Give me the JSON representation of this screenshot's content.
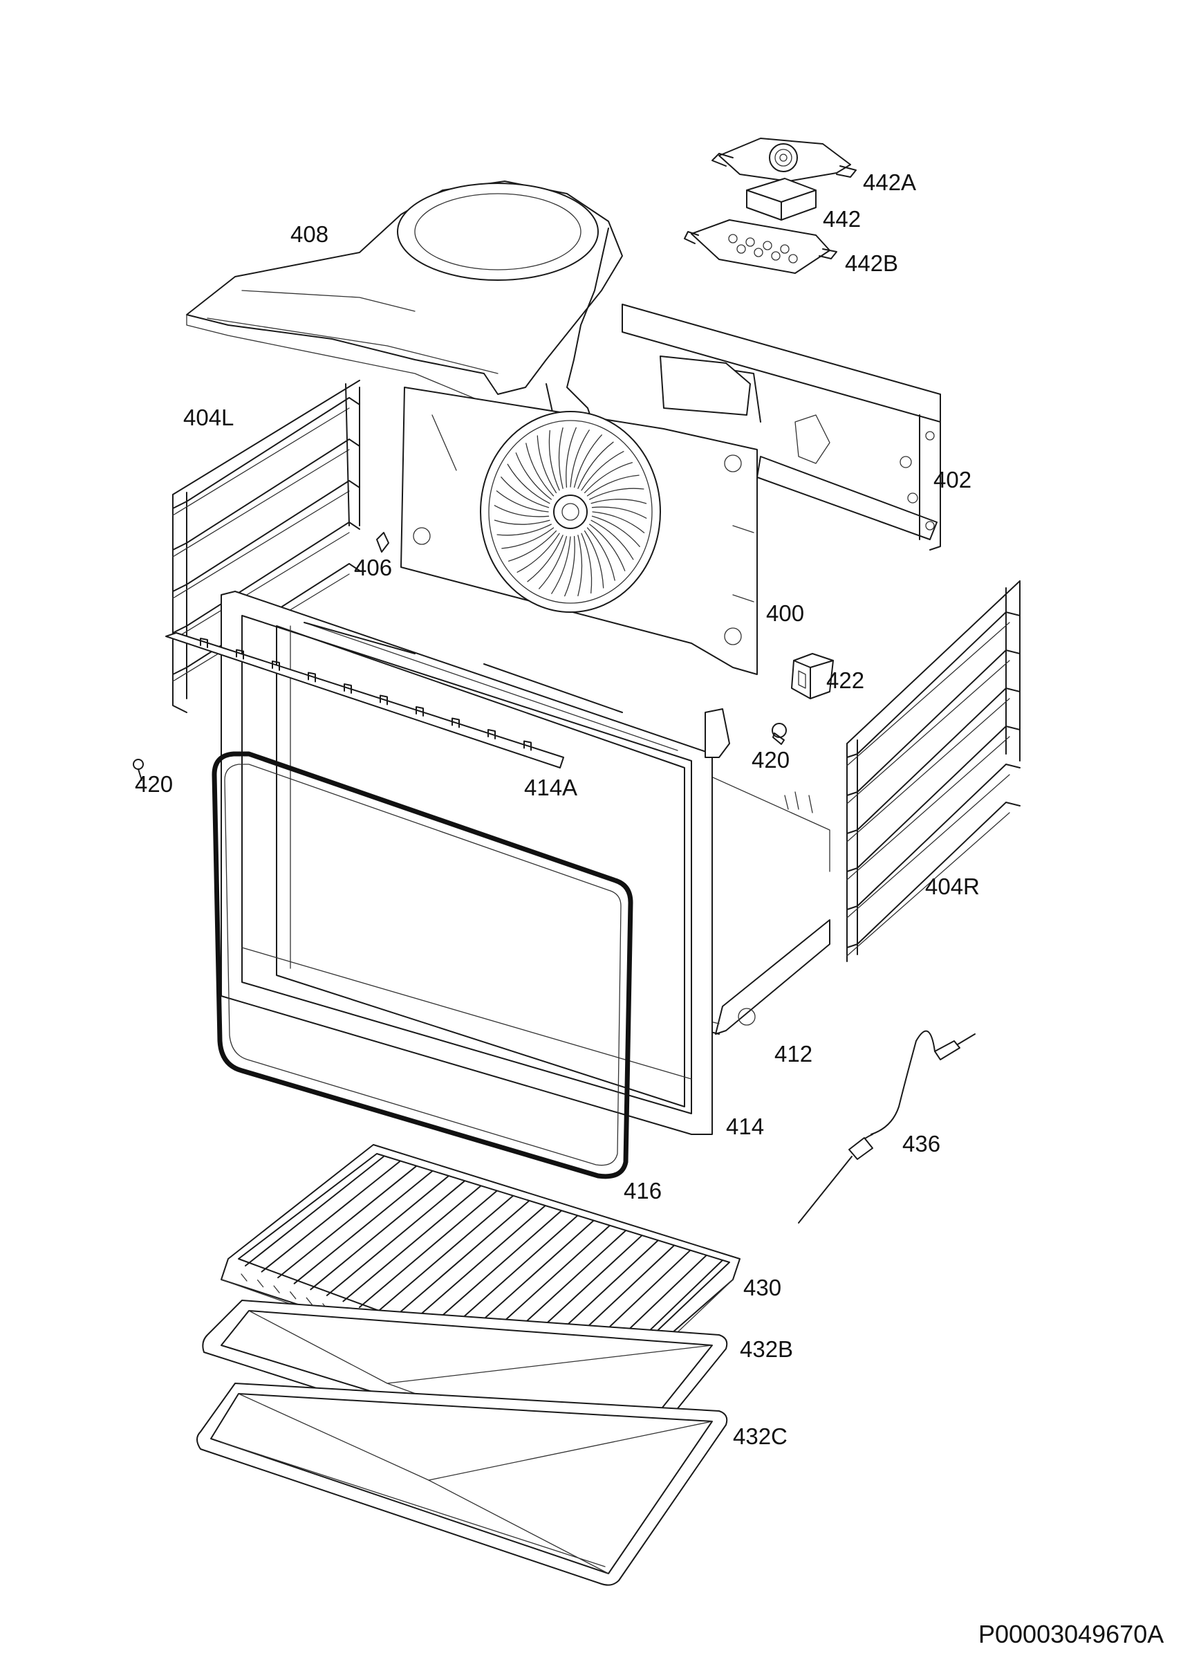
{
  "diagram": {
    "drawing_code": "P00003049670A",
    "part_labels": {
      "p442A": "442A",
      "p442": "442",
      "p442B": "442B",
      "p408": "408",
      "p404L": "404L",
      "p402": "402",
      "p406": "406",
      "p400": "400",
      "p422": "422",
      "p420a": "420",
      "p420b": "420",
      "p414A": "414A",
      "p404R": "404R",
      "p412": "412",
      "p414": "414",
      "p436": "436",
      "p416": "416",
      "p430": "430",
      "p432B": "432B",
      "p432C": "432C"
    }
  }
}
